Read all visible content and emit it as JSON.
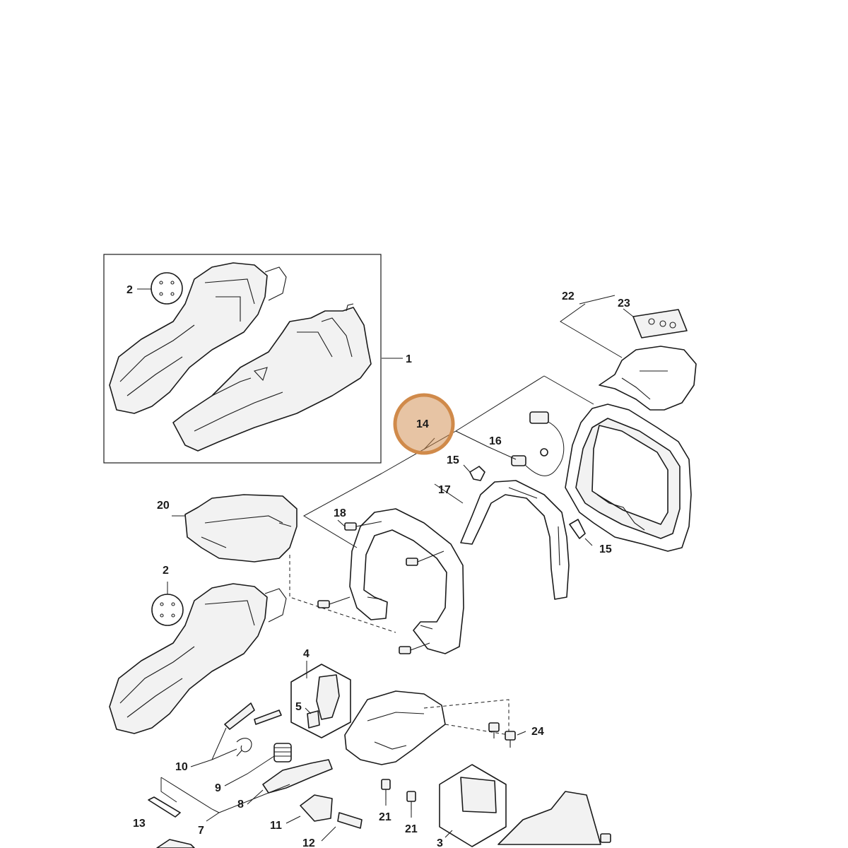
{
  "diagram": {
    "callouts": {
      "c1": "1",
      "c2a": "2",
      "c2b": "2",
      "c3": "3",
      "c4": "4",
      "c5": "5",
      "c7": "7",
      "c8": "8",
      "c9": "9",
      "c10": "10",
      "c11": "11",
      "c12": "12",
      "c13": "13",
      "c14": "14",
      "c15a": "15",
      "c15b": "15",
      "c16": "16",
      "c17": "17",
      "c18": "18",
      "c20": "20",
      "c21a": "21",
      "c21b": "21",
      "c22": "22",
      "c23": "23",
      "c24": "24"
    },
    "highlight": {
      "label": "14",
      "color": "#d08a4a"
    }
  }
}
